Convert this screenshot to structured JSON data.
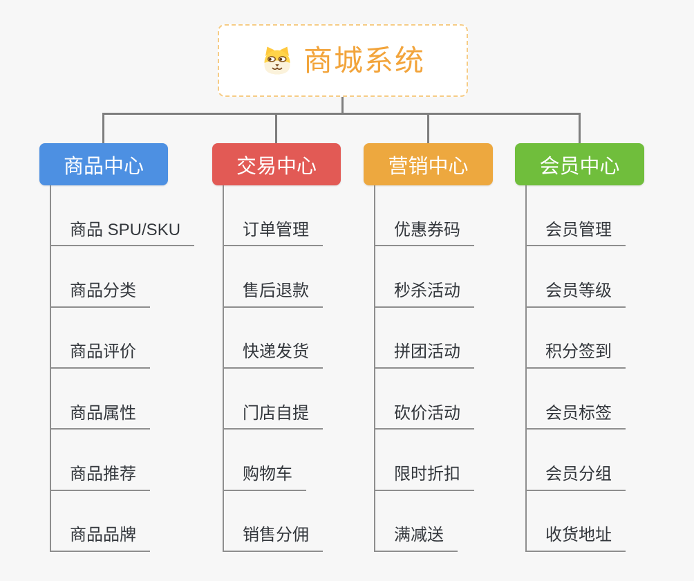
{
  "canvas": {
    "background": "#f7f7f7"
  },
  "root": {
    "title": "商城系统",
    "icon": "dog-face-icon",
    "text_color": "#F2A43B",
    "border_color": "#F6CC85",
    "fill": "#ffffff"
  },
  "connectors": {
    "color": "#7E7E7E"
  },
  "tree": {
    "line_color": "#8E8E8E",
    "text_color": "#33373C"
  },
  "branches": [
    {
      "id": "goods",
      "label": "商品中心",
      "color": "#4D90E2",
      "children": [
        "商品 SPU/SKU",
        "商品分类",
        "商品评价",
        "商品属性",
        "商品推荐",
        "商品品牌"
      ]
    },
    {
      "id": "trade",
      "label": "交易中心",
      "color": "#E25A55",
      "children": [
        "订单管理",
        "售后退款",
        "快递发货",
        "门店自提",
        "购物车",
        "销售分佣"
      ]
    },
    {
      "id": "marketing",
      "label": "营销中心",
      "color": "#EDA83F",
      "children": [
        "优惠券码",
        "秒杀活动",
        "拼团活动",
        "砍价活动",
        "限时折扣",
        "满减送"
      ]
    },
    {
      "id": "member",
      "label": "会员中心",
      "color": "#70BE3C",
      "children": [
        "会员管理",
        "会员等级",
        "积分签到",
        "会员标签",
        "会员分组",
        "收货地址"
      ]
    }
  ]
}
